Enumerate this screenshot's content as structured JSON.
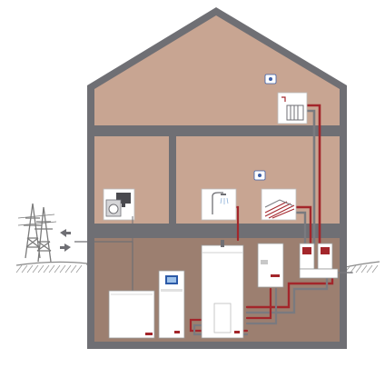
{
  "colors": {
    "wall": "#6f6f74",
    "room_fill": "#c8a592",
    "cellar_fill": "#9c7f70",
    "ground": "#7b7b7b",
    "pipe_hot": "#a3262b",
    "pipe_cold": "#7a7a7f",
    "device_white": "#ffffff",
    "display_blue": "#2c5aa8",
    "thermostat_blue": "#3b5ea8"
  },
  "icons": [
    "electricity-pylon-icon",
    "grid-export-arrow-icon",
    "grid-import-arrow-icon",
    "washing-machine-icon",
    "computer-monitor-icon",
    "shower-icon",
    "underfloor-heating-icon",
    "radiator-icon",
    "room-thermostat-icon"
  ],
  "devices": [
    "outdoor-heat-pump-unit",
    "system-controller",
    "hot-water-storage-tank",
    "heat-pump-indoor-module",
    "heating-circuit-distribution"
  ],
  "connections": {
    "grid_to_house": true,
    "hot_pipes": 4,
    "return_pipes": 4
  }
}
